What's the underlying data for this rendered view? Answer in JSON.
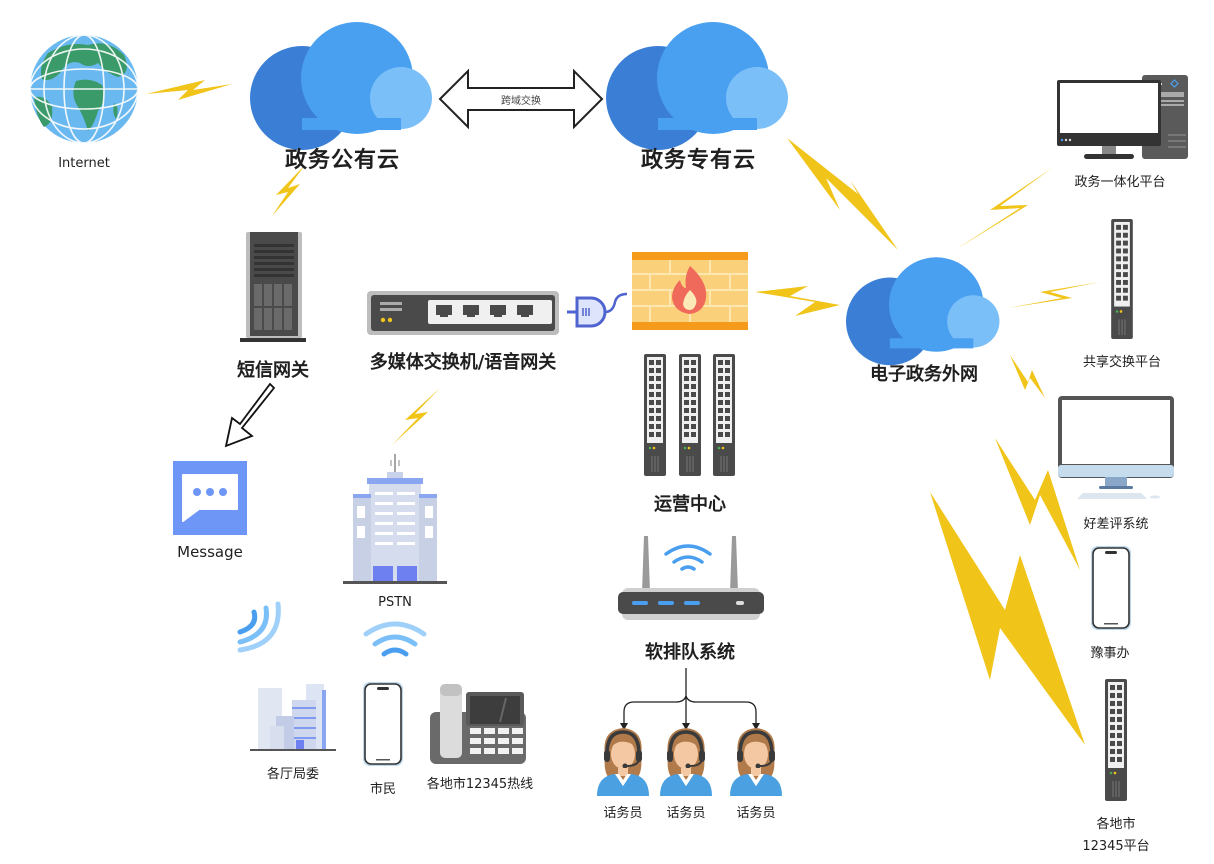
{
  "diagram": {
    "title": "",
    "colors": {
      "cloud_dark": "#3a7fd5",
      "cloud_main": "#4aa0f0",
      "cloud_light": "#7bbff8",
      "lightning": "#f0c419",
      "device_dark": "#4a4a4a",
      "firewall_orange": "#f59a1b",
      "firewall_brick": "#fbd07a",
      "flame": "#ef6a5a",
      "message_blue": "#6e96f6",
      "wifi_blue": "#4a9ef0",
      "agent_shirt": "#4aa0e0"
    },
    "nodes": {
      "internet": {
        "label": "Internet",
        "icon": "globe-icon"
      },
      "public_cloud": {
        "label": "政务公有云",
        "icon": "cloud-icon"
      },
      "private_cloud": {
        "label": "政务专有云",
        "icon": "cloud-icon"
      },
      "extranet": {
        "label": "电子政务外网",
        "icon": "cloud-icon"
      },
      "sms_gateway": {
        "label": "短信网关",
        "icon": "server-tower-icon"
      },
      "media_switch": {
        "label": "多媒体交换机/语音网关",
        "icon": "network-switch-icon"
      },
      "firewall": {
        "label": "",
        "icon": "firewall-icon"
      },
      "ops_center": {
        "label": "运营中心",
        "icon": "rack-switch-icon"
      },
      "message": {
        "label": "Message",
        "icon": "message-icon"
      },
      "pstn": {
        "label": "PSTN",
        "icon": "building-icon"
      },
      "queue_system": {
        "label": "软排队系统",
        "icon": "router-icon"
      },
      "departments": {
        "label": "各厅局委",
        "icon": "city-buildings-icon"
      },
      "citizen": {
        "label": "市民",
        "icon": "smartphone-icon"
      },
      "hotline": {
        "label": "各地市12345热线",
        "icon": "desk-phone-icon"
      },
      "agents": [
        {
          "label": "话务员",
          "icon": "agent-headset-icon"
        },
        {
          "label": "话务员",
          "icon": "agent-headset-icon"
        },
        {
          "label": "话务员",
          "icon": "agent-headset-icon"
        }
      ],
      "integrated_platform": {
        "label": "政务一体化平台",
        "icon": "desktop-computer-icon"
      },
      "sharing_platform": {
        "label": "共享交换平台",
        "icon": "rack-switch-icon"
      },
      "rating_system": {
        "label": "好差评系统",
        "icon": "imac-icon"
      },
      "yushiban": {
        "label": "豫事办",
        "icon": "smartphone-icon"
      },
      "city_platform": {
        "label_line1": "各地市",
        "label_line2": "12345平台",
        "icon": "rack-switch-icon"
      }
    },
    "edges": {
      "cross_domain": {
        "label": "跨域交换",
        "from": "政务公有云",
        "to": "政务专有云",
        "style": "double-arrow"
      }
    }
  }
}
